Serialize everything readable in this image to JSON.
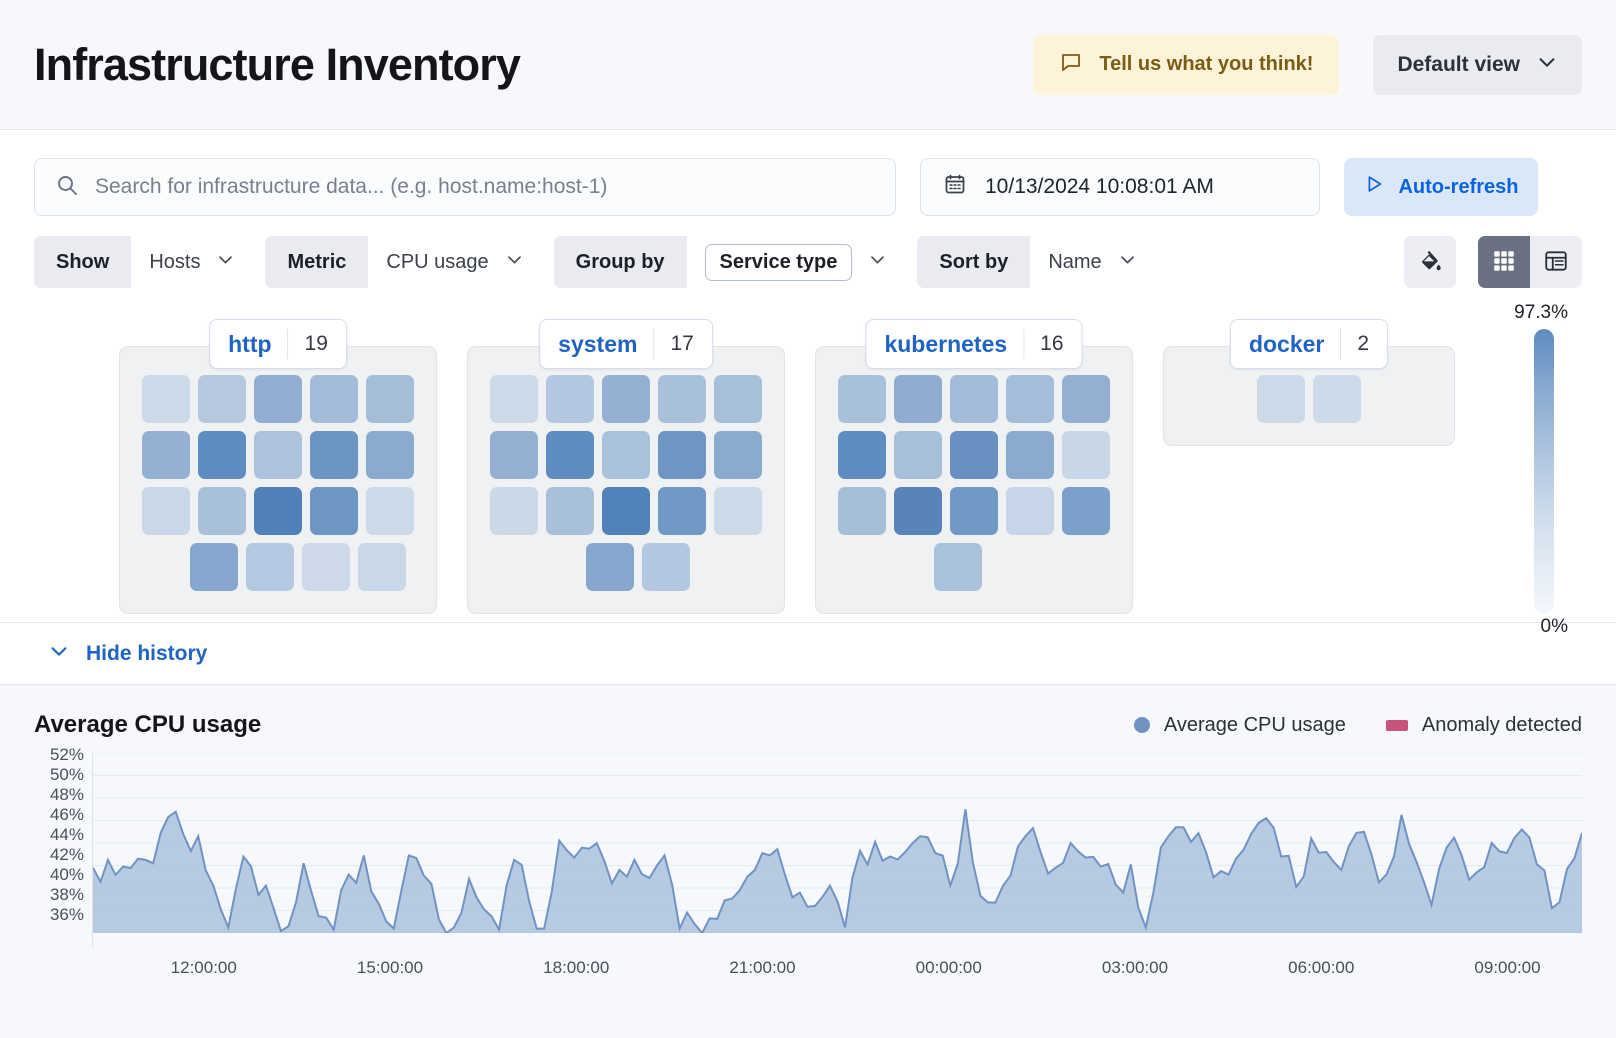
{
  "header": {
    "title": "Infrastructure Inventory",
    "feedback_label": "Tell us what you think!",
    "feedback_icon": "comment-icon",
    "view_label": "Default view",
    "view_chevron_icon": "chevron-down-icon"
  },
  "search": {
    "placeholder": "Search for infrastructure data... (e.g. host.name:host-1)",
    "value": "",
    "icon": "search-icon"
  },
  "datepicker": {
    "value": "10/13/2024 10:08:01 AM",
    "icon": "calendar-icon"
  },
  "autorefresh": {
    "label": "Auto-refresh",
    "icon": "play-icon"
  },
  "filters": [
    {
      "label": "Show",
      "value": "Hosts",
      "boxed": false,
      "icon": "chevron-down-icon"
    },
    {
      "label": "Metric",
      "value": "CPU usage",
      "boxed": false,
      "icon": "chevron-down-icon"
    },
    {
      "label": "Group by",
      "value": "Service type",
      "boxed": true,
      "icon": "chevron-down-icon"
    },
    {
      "label": "Sort by",
      "value": "Name",
      "boxed": false,
      "icon": "chevron-down-icon"
    }
  ],
  "view_toggles": {
    "legend_icon": "paint-bucket-icon",
    "grid_icon": "grid-view-icon",
    "table_icon": "table-view-icon",
    "active": "grid"
  },
  "legend_scale": {
    "max_label": "97.3%",
    "min_label": "0%",
    "color_low": "#f5f8fc",
    "color_high": "#5f8cc0"
  },
  "history_toggle": {
    "label": "Hide history",
    "icon": "chevron-down-icon"
  },
  "groups": [
    {
      "name": "http",
      "count": "19",
      "rows": [
        {
          "indent": 0,
          "tiles": [
            "#ccd9e9",
            "#b5c8e0",
            "#91aed2",
            "#a3bcda",
            "#a5bdd9"
          ]
        },
        {
          "indent": 0,
          "tiles": [
            "#94b1d3",
            "#5f8cc0",
            "#adc2dd",
            "#6b95c3",
            "#8aaace"
          ]
        },
        {
          "indent": 0,
          "tiles": [
            "#c9d7e8",
            "#a9c0dc",
            "#517fb8",
            "#6d96c4",
            "#cbd9e9"
          ]
        },
        {
          "indent": 1,
          "tiles": [
            "#86a7cd",
            "#b4c8e1",
            "#cdd9e9",
            "#c9d8e8"
          ]
        }
      ]
    },
    {
      "name": "system",
      "count": "17",
      "rows": [
        {
          "indent": 0,
          "tiles": [
            "#ccd9e9",
            "#b3c7e0",
            "#94b1d3",
            "#a9c0dc",
            "#a7bfda"
          ]
        },
        {
          "indent": 0,
          "tiles": [
            "#92b0d2",
            "#5e8bc0",
            "#a9c1dd",
            "#6d96c4",
            "#8aaace"
          ]
        },
        {
          "indent": 0,
          "tiles": [
            "#cad8e8",
            "#a9c0dc",
            "#5183ba",
            "#7099c6",
            "#ccd9e9"
          ]
        },
        {
          "indent": 2,
          "tiles": [
            "#85a7cd",
            "#b2c7e0"
          ]
        }
      ]
    },
    {
      "name": "kubernetes",
      "count": "16",
      "rows": [
        {
          "indent": 0,
          "tiles": [
            "#a8c0dc",
            "#8eadd1",
            "#a3bcda",
            "#a4bdda",
            "#93b0d3"
          ]
        },
        {
          "indent": 0,
          "tiles": [
            "#5e8bc0",
            "#a7bfdb",
            "#6890c2",
            "#8aaace",
            "#c8d7e8"
          ]
        },
        {
          "indent": 0,
          "tiles": [
            "#a5bed9",
            "#5983bb",
            "#7099c6",
            "#c6d5e7",
            "#7ba1ca"
          ]
        },
        {
          "indent": 2,
          "tiles": [
            "#a9c1dd"
          ]
        }
      ]
    },
    {
      "name": "docker",
      "count": "2",
      "rows": [
        {
          "indent": 0,
          "tiles": [
            "#cbd9e9",
            "#ccdae9"
          ]
        }
      ]
    }
  ],
  "chart_data": {
    "type": "area",
    "title": "Average CPU usage",
    "xlabel": "",
    "ylabel": "",
    "ylim": [
      36,
      52
    ],
    "grid": true,
    "legend_position": "top-right",
    "legend": [
      {
        "name": "Average CPU usage",
        "marker": "dot",
        "color": "#7193c4"
      },
      {
        "name": "Anomaly detected",
        "marker": "square",
        "color": "#c9537d"
      }
    ],
    "ytick_labels": [
      "52%",
      "50%",
      "48%",
      "46%",
      "44%",
      "42%",
      "40%",
      "38%",
      "36%"
    ],
    "yticks": [
      52,
      50,
      48,
      46,
      44,
      42,
      40,
      38,
      36
    ],
    "xtick_labels": [
      "12:00:00",
      "15:00:00",
      "18:00:00",
      "21:00:00",
      "00:00:00",
      "03:00:00",
      "06:00:00",
      "09:00:00"
    ],
    "series": [
      {
        "name": "Average CPU usage",
        "color": "#7193c4",
        "fill": "#aac2dd",
        "values": [
          41.8,
          42.5,
          41.9,
          42.6,
          42.2,
          46.3,
          44.8,
          44.6,
          40.2,
          36.5,
          42.8,
          39.4,
          38.2,
          36.6,
          42.2,
          37.5,
          36.3,
          41.2,
          42.9,
          38.6,
          36.4,
          42.9,
          41.1,
          37.2,
          36.5,
          40.8,
          38.1,
          36.3,
          42.5,
          38.8,
          36.4,
          44.2,
          42.7,
          43.5,
          42.4,
          41.6,
          42.5,
          40.9,
          42.9,
          36.4,
          36.8,
          37.3,
          38.9,
          39.8,
          41.6,
          42.9,
          41.2,
          39.6,
          38.4,
          40.2,
          36.5,
          43.3,
          44.1,
          42.8,
          43.2,
          44.6,
          43.1,
          40.2,
          47.0,
          39.3,
          38.7,
          41.1,
          44.6,
          43.2,
          41.8,
          44.0,
          42.7,
          41.9,
          40.3,
          42.1,
          36.5,
          43.6,
          45.4,
          44.1,
          43.2,
          41.5,
          42.6,
          44.8,
          46.2,
          42.8,
          40.1,
          44.4,
          43.2,
          41.6,
          44.9,
          43.0,
          41.2,
          46.5,
          42.3,
          38.5,
          43.6,
          42.9,
          41.4,
          44.0,
          43.1,
          45.2,
          42.1,
          38.2,
          41.7,
          44.9
        ]
      }
    ]
  }
}
